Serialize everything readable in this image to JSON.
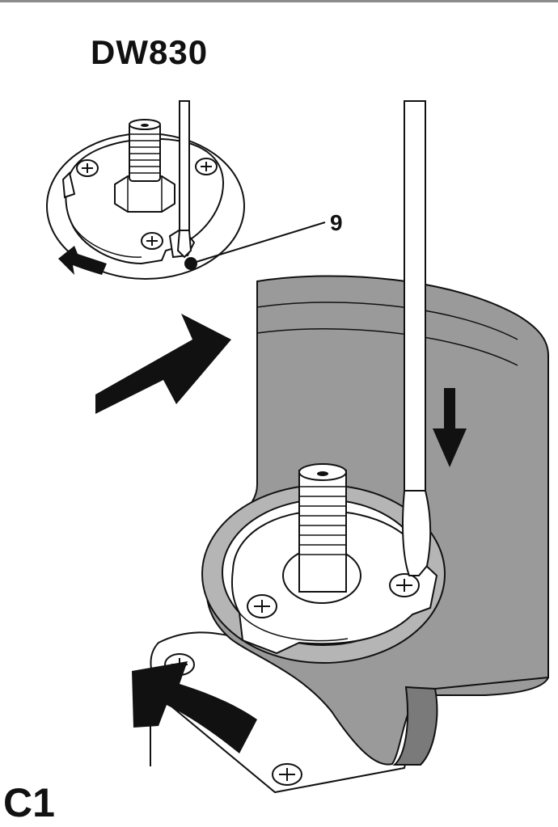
{
  "model_title": "DW830",
  "callout_number": "9",
  "figure_label": "C1",
  "colors": {
    "guard_fill": "#9a9a9a",
    "guard_dark": "#7a7a7a",
    "line": "#111111",
    "arrow": "#111111",
    "paper": "#ffffff"
  },
  "icons": {
    "rotate_arrow_small": "curved-arrow-left",
    "push_arrow_large": "arrow-up-right",
    "press_arrow": "arrow-down",
    "rotate_arrow_bottom": "curved-arrow-up"
  }
}
